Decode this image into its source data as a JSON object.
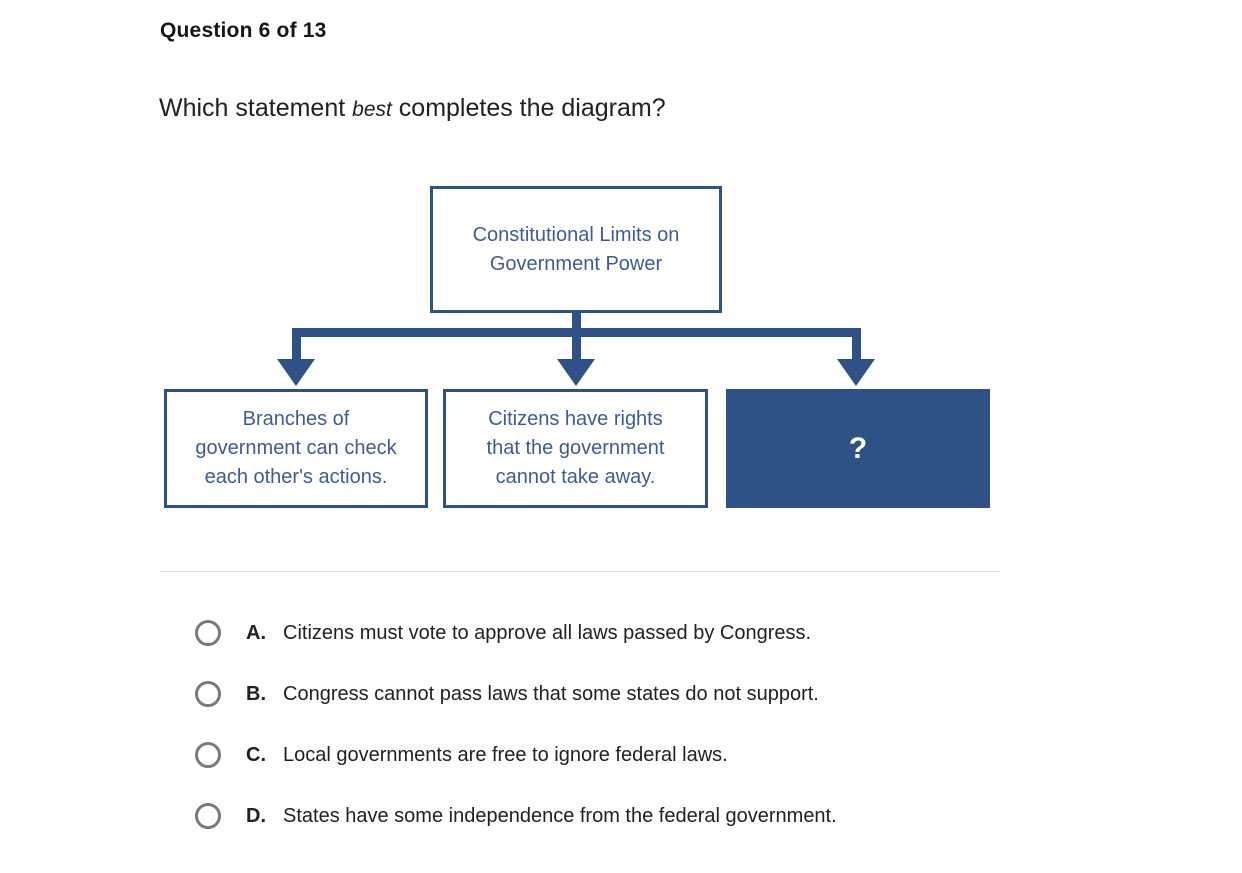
{
  "header": {
    "question_counter": "Question 6 of 13"
  },
  "question": {
    "prefix": "Which statement ",
    "emphasis": "best",
    "suffix": " completes the diagram?"
  },
  "diagram": {
    "root": {
      "text": "Constitutional Limits on\nGovernment Power"
    },
    "children": [
      {
        "text": "Branches of\ngovernment can check\neach other's actions.",
        "filled": false
      },
      {
        "text": "Citizens have rights\nthat the government\ncannot take away.",
        "filled": false
      },
      {
        "text": "?",
        "filled": true
      }
    ]
  },
  "options": [
    {
      "letter": "A.",
      "text": "Citizens must vote to approve all laws passed by Congress.",
      "selected": false
    },
    {
      "letter": "B.",
      "text": "Congress cannot pass laws that some states do not support.",
      "selected": false
    },
    {
      "letter": "C.",
      "text": "Local governments are free to ignore federal laws.",
      "selected": false
    },
    {
      "letter": "D.",
      "text": "States have some independence from the federal government.",
      "selected": false
    }
  ],
  "colors": {
    "diagram_blue": "#2e5186",
    "diagram_text_blue": "#3c5c99",
    "radio_gray": "#7a7a7a",
    "body_text": "#212121",
    "divider": "#e0e0e0"
  }
}
